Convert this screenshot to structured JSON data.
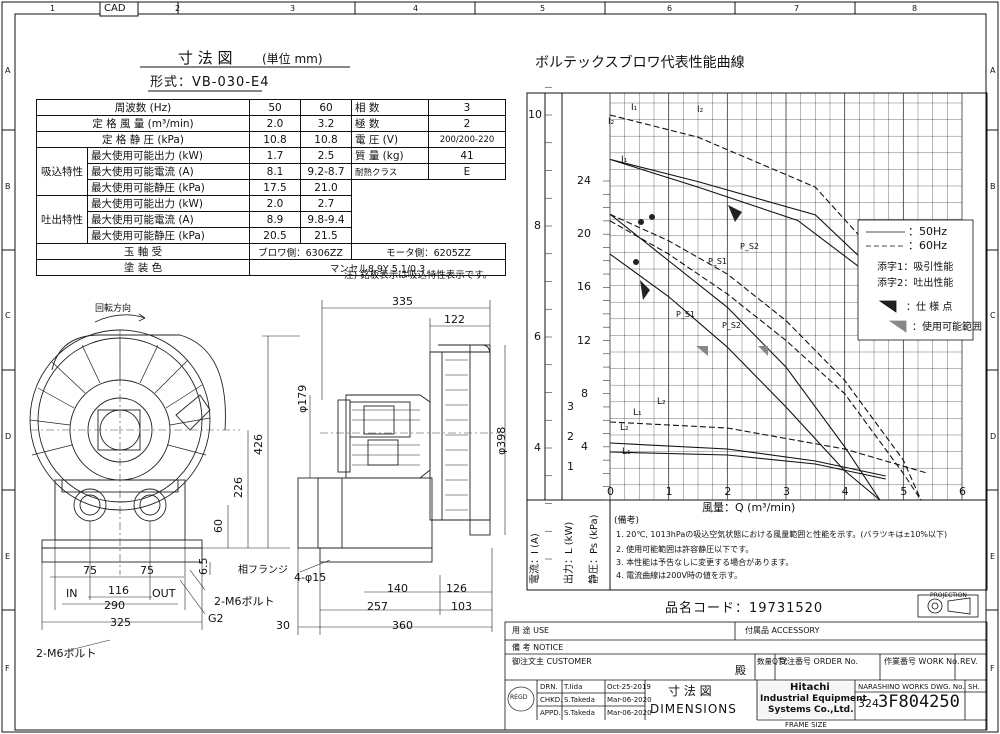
{
  "frame": {
    "cad_label": "CAD",
    "col_numbers": [
      "1",
      "2",
      "3",
      "4",
      "5",
      "6",
      "7",
      "8"
    ],
    "row_letters": [
      "A",
      "B",
      "C",
      "D",
      "E",
      "F"
    ]
  },
  "drawing": {
    "title": "寸 法 図",
    "unit": "(単位 mm)",
    "model": "形式：VB-030-E4"
  },
  "spec_rows": [
    [
      "周波数 (Hz)",
      "50",
      "60",
      "相 数",
      "3"
    ],
    [
      "定 格 風 量 (m³/min)",
      "2.0",
      "3.2",
      "極 数",
      "2"
    ],
    [
      "定 格 静 圧 (kPa)",
      "10.8",
      "10.8",
      "電 圧 (V)",
      "200/200-220"
    ],
    [
      "最大使用可能出力 (kW)",
      "1.7",
      "2.5",
      "質 量 (kg)",
      "41"
    ],
    [
      "最大使用可能電流 (A)",
      "8.1",
      "9.2-8.7",
      "耐熱クラス",
      "E"
    ],
    [
      "最大使用可能静圧 (kPa)",
      "17.5",
      "21.0"
    ],
    [
      "最大使用可能出力 (kW)",
      "2.0",
      "2.7"
    ],
    [
      "最大使用可能電流 (A)",
      "8.9",
      "9.8-9.4"
    ],
    [
      "最大使用可能静圧 (kPa)",
      "20.5",
      "21.5"
    ]
  ],
  "spec_groups": {
    "suction": "吸込特性",
    "discharge": "吐出特性"
  },
  "bearing": {
    "label": "玉 軸 受",
    "blower": "ブロワ側：6306ZZ",
    "motor": "モータ側：6205ZZ"
  },
  "paint": {
    "label": "塗 装 色",
    "value": "マンセル8.9Y 5.1/0.3"
  },
  "spec_note": "注) 銘板表示は吸込特性表示です。",
  "rotation": "回転方向",
  "dims": {
    "d335": "335",
    "d122": "122",
    "d179": "φ179",
    "d398": "φ398",
    "d426": "426",
    "d226": "226",
    "d60": "60",
    "d65": "6.5",
    "d75a": "75",
    "d116": "116",
    "d75b": "75",
    "d290": "290",
    "d325": "325",
    "d140": "140",
    "d257": "257",
    "d126": "126",
    "d103": "103",
    "d30": "30",
    "d360": "360",
    "holes": "4-φ15",
    "in": "IN",
    "out": "OUT",
    "bolt1": "2-M6ボルト",
    "g2": "G2",
    "bolt2": "2-M6ボルト",
    "flange": "相フランジ"
  },
  "chart": {
    "title": "ボルテックスブロワ代表性能曲線",
    "ylabel_I": "電流：I (A)",
    "ylabel_L": "出力：L (kW)",
    "ylabel_P": "静圧：Ps (kPa)",
    "xlabel": "風量：Q (m³/min)",
    "legend": {
      "hz50": "：50Hz",
      "hz60": "：60Hz",
      "suffix1": "添字1：吸引性能",
      "suffix2": "添字2：吐出性能",
      "spec_point": "：仕 様 点",
      "usable": "：使用可能範囲"
    },
    "curve_labels": {
      "I1": "I₁",
      "I2": "I₂",
      "Ps1": "P_S1",
      "Ps2": "P_S2",
      "L1": "L₁",
      "L2": "L₂"
    }
  },
  "chart_data": {
    "type": "line",
    "title": "ボルテックスブロワ代表性能曲線",
    "xlabel": "風量：Q (m³/min)",
    "x_ticks": [
      "0",
      "1",
      "2",
      "3",
      "4",
      "5",
      "6"
    ],
    "xlim": [
      0,
      6
    ],
    "ticks_I": [
      "4",
      "6",
      "8",
      "10"
    ],
    "ticks_P": [
      "4",
      "8",
      "12",
      "16",
      "20",
      "24"
    ],
    "ticks_L": [
      "1",
      "2",
      "3"
    ],
    "series": [
      {
        "name": "I₁",
        "style": "50Hz",
        "axis": "I",
        "x": [
          0,
          1.5,
          3.2,
          4.7
        ],
        "y": [
          9.2,
          8.7,
          8.1,
          6.9
        ]
      },
      {
        "name": "I₂",
        "style": "50Hz",
        "axis": "I",
        "x": [
          0,
          1.5,
          3.5,
          4.7
        ],
        "y": [
          9.2,
          8.8,
          8.2,
          7.0
        ]
      },
      {
        "name": "I₂",
        "style": "60Hz",
        "axis": "I",
        "x": [
          0,
          1.5,
          3.5,
          4.7
        ],
        "y": [
          10.0,
          9.6,
          8.7,
          7.3
        ]
      },
      {
        "name": "P_S1",
        "style": "50Hz",
        "axis": "P",
        "x": [
          0,
          1,
          2,
          3,
          4,
          4.6
        ],
        "y": [
          18.5,
          15.3,
          11.5,
          7.0,
          2.2,
          0
        ]
      },
      {
        "name": "P_S2",
        "style": "50Hz",
        "axis": "P",
        "x": [
          0,
          1,
          2,
          3,
          4,
          4.6
        ],
        "y": [
          21.5,
          18.0,
          14.5,
          10.0,
          4.0,
          0
        ]
      },
      {
        "name": "P_S1",
        "style": "60Hz",
        "axis": "P",
        "x": [
          0,
          1,
          2,
          3,
          4,
          5,
          5.3
        ],
        "y": [
          21.0,
          18.5,
          15.5,
          12.0,
          8.0,
          2.0,
          0
        ]
      },
      {
        "name": "P_S2",
        "style": "60Hz",
        "axis": "P",
        "x": [
          0,
          1,
          2,
          3,
          4,
          5,
          5.3
        ],
        "y": [
          21.5,
          19.5,
          17.0,
          13.5,
          9.0,
          3.0,
          0
        ]
      },
      {
        "name": "L₁",
        "style": "50Hz",
        "axis": "L",
        "x": [
          0,
          2,
          3.5,
          4.7
        ],
        "y": [
          1.5,
          1.4,
          1.1,
          0.6
        ]
      },
      {
        "name": "L₂",
        "style": "50Hz",
        "axis": "L",
        "x": [
          0,
          2,
          3.5,
          4.7
        ],
        "y": [
          1.8,
          1.6,
          1.2,
          0.7
        ]
      },
      {
        "name": "L₂",
        "style": "60Hz",
        "axis": "L",
        "x": [
          0,
          2,
          4,
          5.4
        ],
        "y": [
          2.5,
          2.3,
          1.6,
          0.8
        ]
      }
    ]
  },
  "notes": {
    "header": "(備考)",
    "lines": [
      "1. 20℃, 1013hPaの吸込空気状態における風量範囲と性能を示す。(バラツキは±10%以下)",
      "2. 使用可能範囲は許容静圧以下です。",
      "3. 本性能は予告なしに変更する場合があります。",
      "4. 電流曲線は200V時の値を示す。"
    ]
  },
  "product_code": "品名コード：19731520",
  "projection": "PROJECTION",
  "title_block": {
    "use_label": "用 途 USE",
    "accessory_label": "付属品 ACCESSORY",
    "notice_label": "備 考 NOTICE",
    "customer_label": "御注文主 CUSTOMER",
    "dono": "殿",
    "qty_label": "数量QTY.",
    "order_label": "受注番号 ORDER No.",
    "work_label": "作業番号 WORK No.",
    "rev_label": "REV.",
    "drn_label": "DRN.",
    "drn_name": "T.Iida",
    "drn_date": "Oct-25-2019",
    "chkd_label": "CHKD.",
    "chkd_name": "S.Takeda",
    "chkd_date": "Mar-06-2020",
    "appd_label": "APPD.",
    "appd_name": "S.Takeda",
    "appd_date": "Mar-06-2020",
    "doc_title": "寸 法 図",
    "doc_title_en": "DIMENSIONS",
    "company1": "Hitachi",
    "company2": "Industrial Equipment",
    "company3": "Systems Co.,Ltd.",
    "works": "NARASHINO WORKS DWG. No.",
    "sh": "SH.",
    "dwg_prefix": "324",
    "dwg_no": "3F804250",
    "frame_size": "FRAME SIZE",
    "stamp": "REGD"
  }
}
